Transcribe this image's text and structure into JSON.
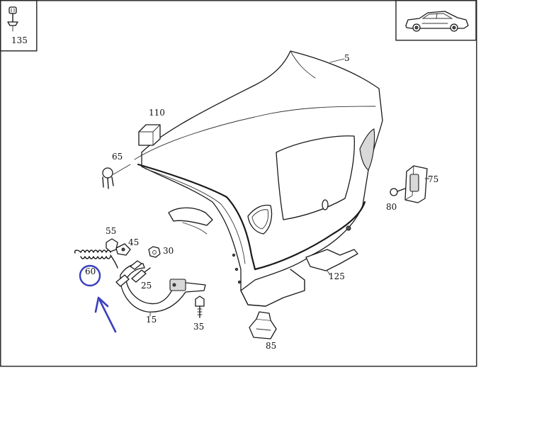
{
  "diagram": {
    "part_labels": {
      "p5": "5",
      "p110": "110",
      "p65": "65",
      "p75": "75",
      "p80": "80",
      "p55": "55",
      "p45": "45",
      "p30": "30",
      "p60": "60",
      "p25": "25",
      "p125": "125",
      "p15": "15",
      "p35": "35",
      "p85": "85",
      "p135": "135"
    }
  },
  "colors": {
    "annotation": "#3a3fbf",
    "line": "#1a1a1a",
    "frame": "#222222"
  }
}
